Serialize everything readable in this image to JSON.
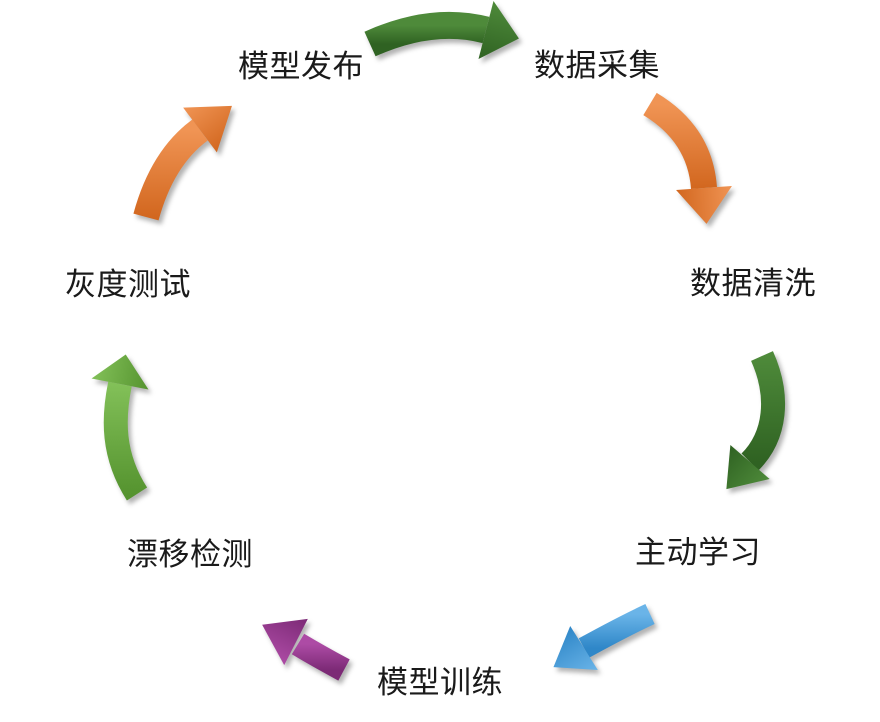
{
  "diagram": {
    "type": "cycle",
    "steps": [
      {
        "id": "model-release",
        "label": "模型发布"
      },
      {
        "id": "data-collection",
        "label": "数据采集"
      },
      {
        "id": "data-cleaning",
        "label": "数据清洗"
      },
      {
        "id": "active-learning",
        "label": "主动学习"
      },
      {
        "id": "model-training",
        "label": "模型训练"
      },
      {
        "id": "drift-detection",
        "label": "漂移检测"
      },
      {
        "id": "gray-testing",
        "label": "灰度测试"
      }
    ],
    "arrows": [
      {
        "from": "模型发布",
        "to": "数据采集",
        "color_key": "dark_green"
      },
      {
        "from": "数据采集",
        "to": "数据清洗",
        "color_key": "orange"
      },
      {
        "from": "数据清洗",
        "to": "主动学习",
        "color_key": "dark_green"
      },
      {
        "from": "主动学习",
        "to": "模型训练",
        "color_key": "blue"
      },
      {
        "from": "模型训练",
        "to": "漂移检测",
        "color_key": "purple"
      },
      {
        "from": "漂移检测",
        "to": "灰度测试",
        "color_key": "green"
      },
      {
        "from": "灰度测试",
        "to": "模型发布",
        "color_key": "orange"
      }
    ]
  },
  "colors": {
    "background": "#ffffff",
    "text": "#1a1a1a",
    "dark_green": {
      "light": "#4e8a3a",
      "dark": "#2f6222"
    },
    "orange": {
      "light": "#f09454",
      "dark": "#d2671f"
    },
    "green": {
      "light": "#82c058",
      "dark": "#55932f"
    },
    "blue": {
      "light": "#6ab4e8",
      "dark": "#2f87c8"
    },
    "purple": {
      "light": "#ad4ba5",
      "dark": "#7c2a76"
    }
  }
}
